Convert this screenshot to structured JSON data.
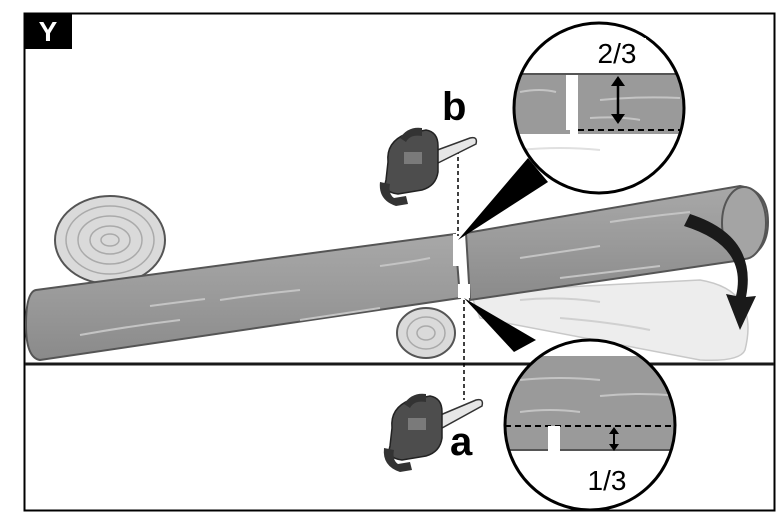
{
  "figure": {
    "panel_tag": "Y",
    "cut_labels": {
      "top": "b",
      "bottom": "a"
    },
    "detail_top": {
      "fraction": "2/3"
    },
    "detail_bottom": {
      "fraction": "1/3"
    },
    "colors": {
      "log": "#9a9a9a",
      "log_light": "#dcdcdc",
      "log_end": "#cfcfcf",
      "ground": "#1a1a1a",
      "saw_body": "#4d4d4d",
      "saw_accent": "#7a7a7a",
      "line": "#000000"
    },
    "icons": [
      "chainsaw-icon",
      "rotation-arrow-icon",
      "double-arrow-icon"
    ]
  }
}
